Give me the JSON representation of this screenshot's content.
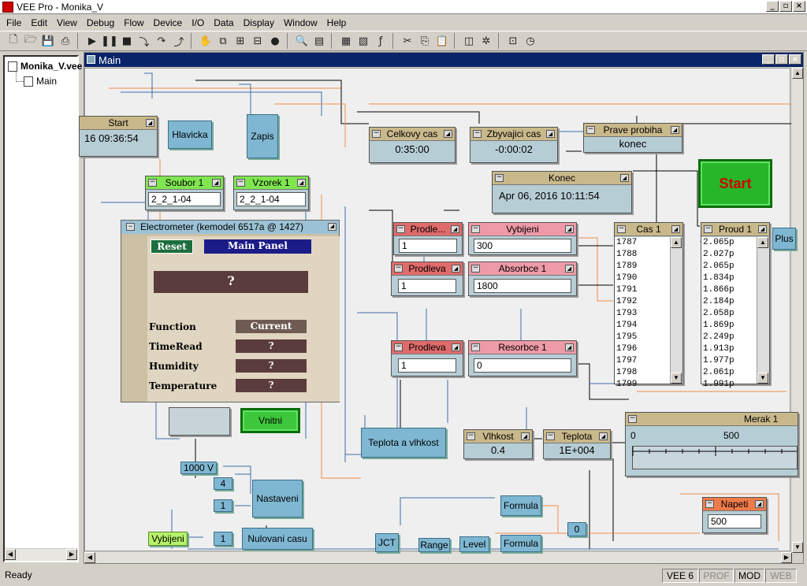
{
  "window": {
    "title": "VEE Pro - Monika_V"
  },
  "menu": [
    "File",
    "Edit",
    "View",
    "Debug",
    "Flow",
    "Device",
    "I/O",
    "Data",
    "Display",
    "Window",
    "Help"
  ],
  "tree": {
    "root": "Monika_V.vee",
    "child": "Main"
  },
  "main": {
    "title": "Main"
  },
  "status": {
    "text": "Ready",
    "panels": [
      "VEE 6",
      "PROF",
      "MOD",
      "WEB"
    ]
  },
  "objects": {
    "start_time": {
      "title": "Start",
      "value": "16  09:36:54"
    },
    "hlavicka": "Hlavicka",
    "zapis": "Zapis",
    "celkovy": {
      "title": "Celkovy cas",
      "value": "0:35:00"
    },
    "zbyvajici": {
      "title": "Zbyvajici cas",
      "value": "-0:00:02"
    },
    "prave": {
      "title": "Prave probiha",
      "value": "konec"
    },
    "konec": {
      "title": "Konec",
      "value": "Apr 06, 2016  10:11:54"
    },
    "start_button": "Start",
    "soubor": {
      "title": "Soubor 1",
      "value": "2_2_1-04"
    },
    "vzorek": {
      "title": "Vzorek 1",
      "value": "2_2_1-04"
    },
    "prodleva1": {
      "title": "Prodle...",
      "value": "1"
    },
    "vybijeni": {
      "title": "Vybijeni",
      "value": "300"
    },
    "prodleva2": {
      "title": "Prodleva",
      "value": "1"
    },
    "absorbce": {
      "title": "Absorbce 1",
      "value": "1800"
    },
    "prodleva3": {
      "title": "Prodleva",
      "value": "1"
    },
    "resorbce": {
      "title": "Resorbce 1",
      "value": "0"
    },
    "cas": {
      "title": "Cas 1",
      "values": [
        "1787",
        "1788",
        "1789",
        "1790",
        "1791",
        "1792",
        "1793",
        "1794",
        "1795",
        "1796",
        "1797",
        "1798",
        "1799"
      ]
    },
    "proud": {
      "title": "Proud 1",
      "values": [
        "2.065p",
        "2.027p",
        "2.065p",
        "1.834p",
        "1.866p",
        "2.184p",
        "2.058p",
        "1.869p",
        "2.249p",
        "1.913p",
        "1.977p",
        "2.061p",
        "1.991p"
      ]
    },
    "plus": "Plus",
    "electrometer": {
      "title": "Electrometer (kemodel 6517a @ 1427)",
      "reset": "Reset",
      "main_panel": "Main Panel",
      "display": "?",
      "rows": [
        {
          "label": "Function",
          "value": "Current"
        },
        {
          "label": "TimeRead",
          "value": "?"
        },
        {
          "label": "Humidity",
          "value": "?"
        },
        {
          "label": "Temperature",
          "value": "?"
        }
      ]
    },
    "vnitni": "Vnitni",
    "teplota_vlhkost": "Teplota a vlhkost",
    "vlhkost": {
      "title": "Vlhkost",
      "value": "0.4"
    },
    "teplota": {
      "title": "Teplota",
      "value": "1E+004"
    },
    "merak": {
      "title": "Merak 1",
      "scale": [
        "0",
        "500"
      ]
    },
    "v1000": "1000 V",
    "n4": "4",
    "n1a": "1",
    "nastaveni": "Nastaveni",
    "vybijeni_btn": "Vybijeni",
    "n1b": "1",
    "nulovani": "Nulovani casu",
    "jct": "JCT",
    "range": "Range",
    "level": "Level",
    "formula1": "Formula",
    "formula2": "Formula",
    "zero": "0",
    "napeti": {
      "title": "Napeti",
      "value": "500"
    }
  }
}
